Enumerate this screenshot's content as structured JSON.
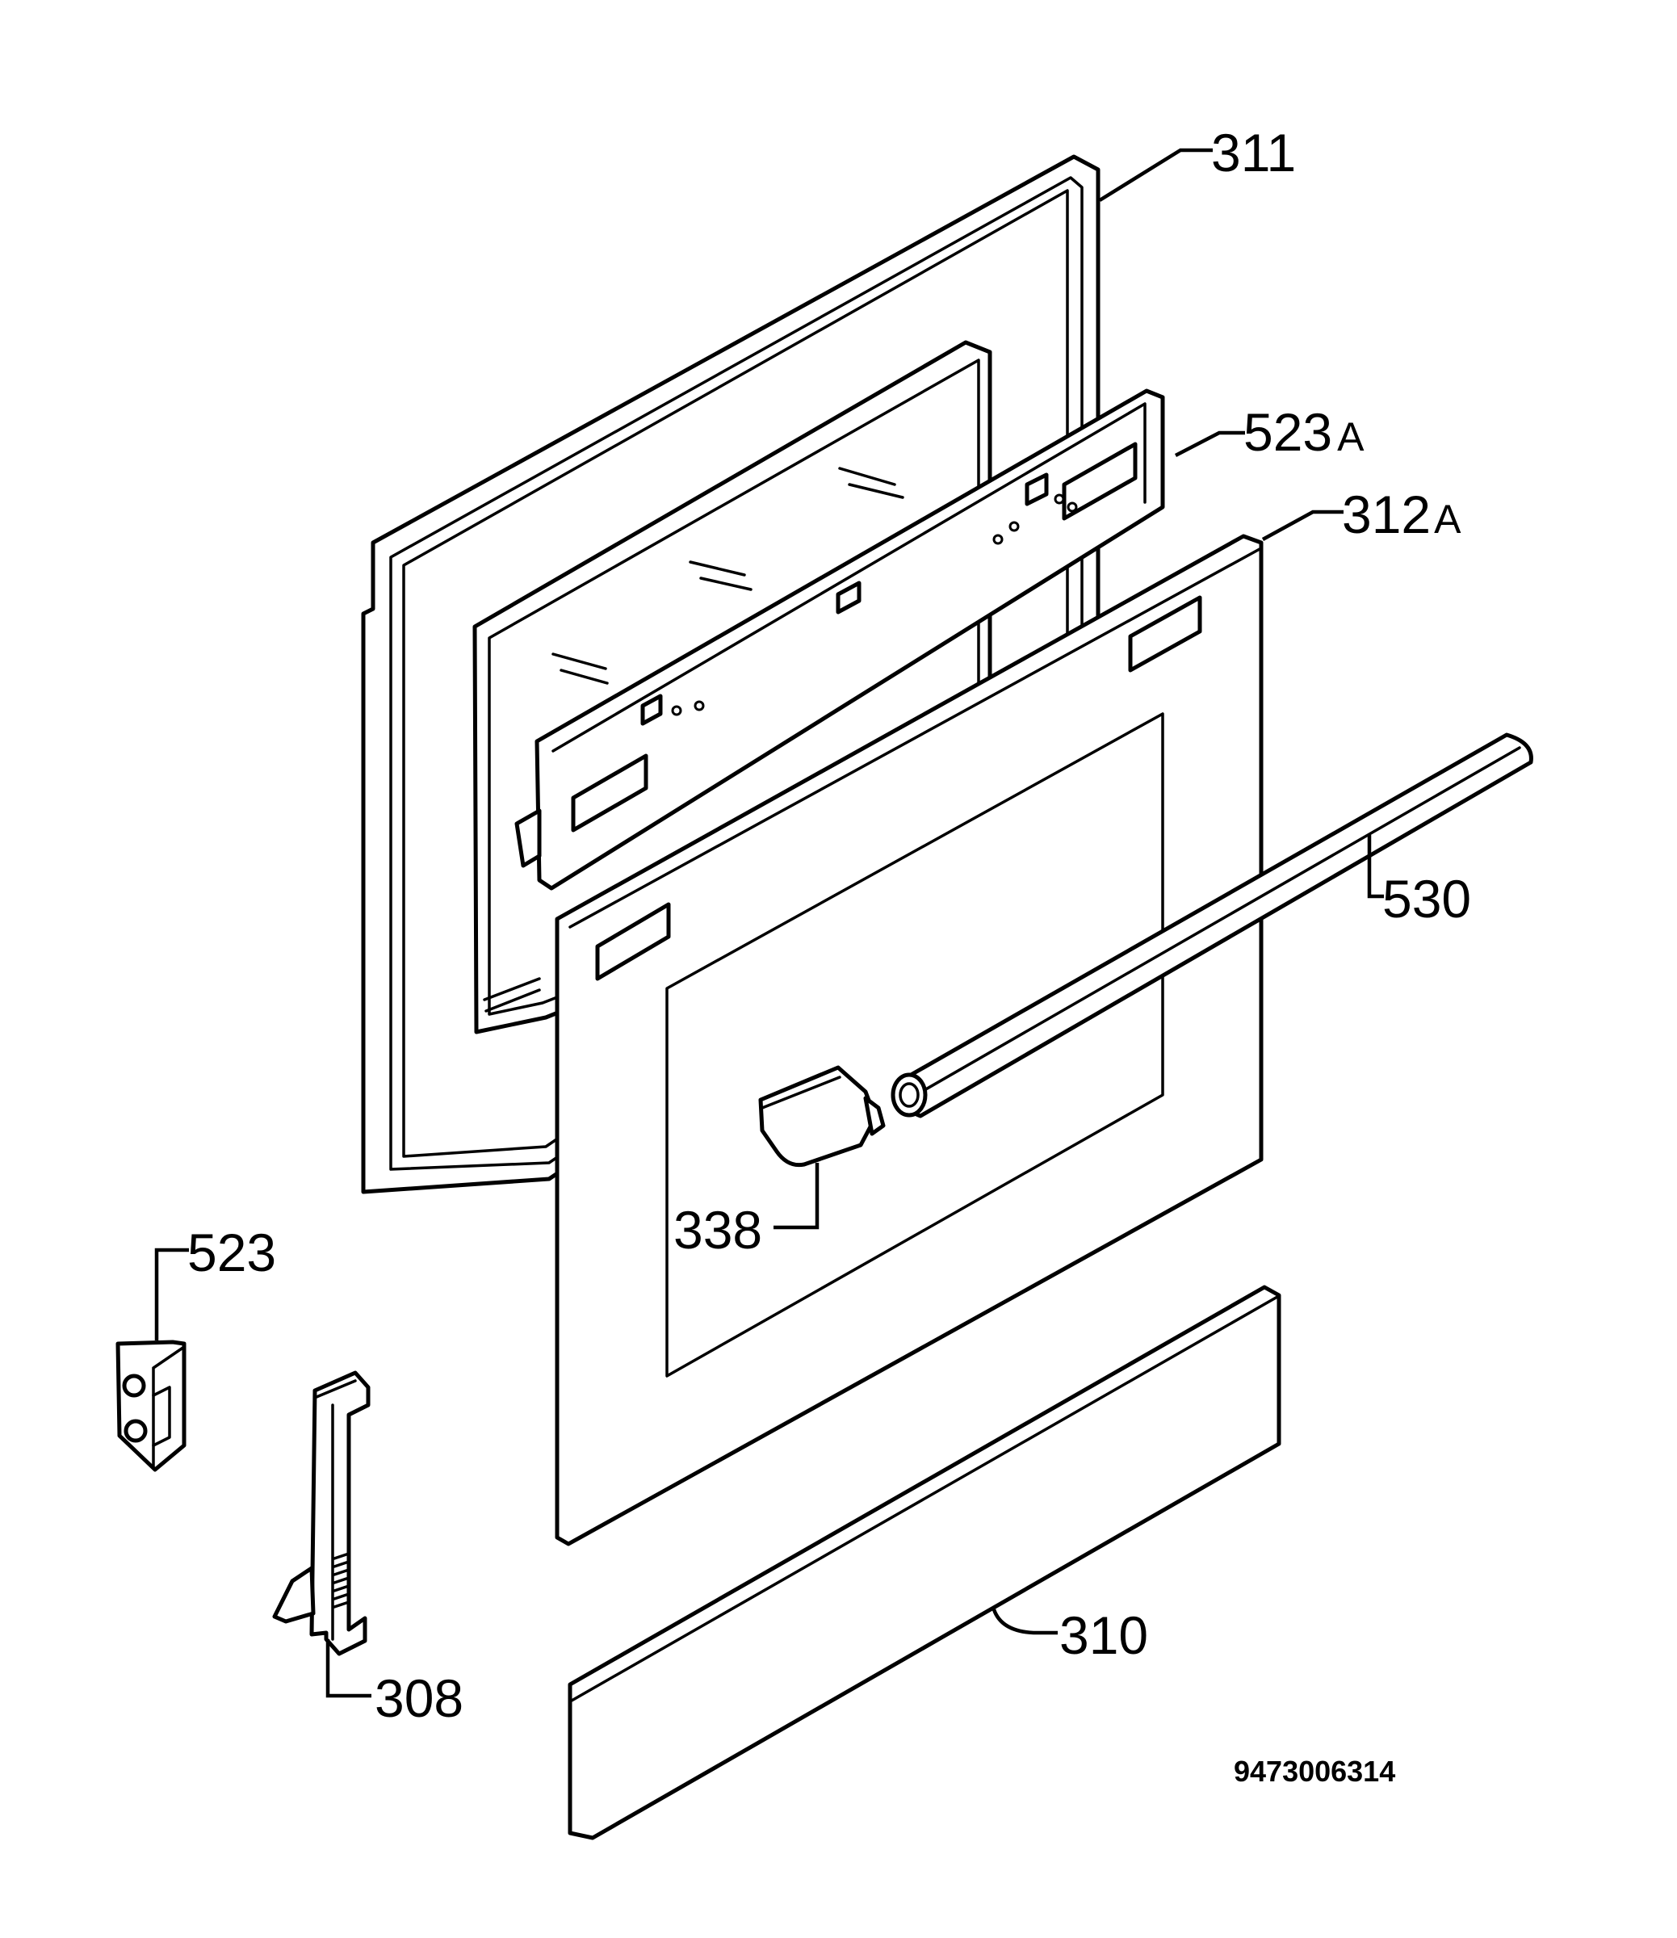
{
  "diagram": {
    "callouts": {
      "p311": {
        "number": "311"
      },
      "p523a": {
        "number": "523",
        "suffix": "A"
      },
      "p312a": {
        "number": "312",
        "suffix": "A"
      },
      "p530": {
        "number": "530"
      },
      "p338": {
        "number": "338"
      },
      "p523": {
        "number": "523"
      },
      "p308": {
        "number": "308"
      },
      "p310": {
        "number": "310"
      }
    },
    "document_number": "9473006314"
  }
}
